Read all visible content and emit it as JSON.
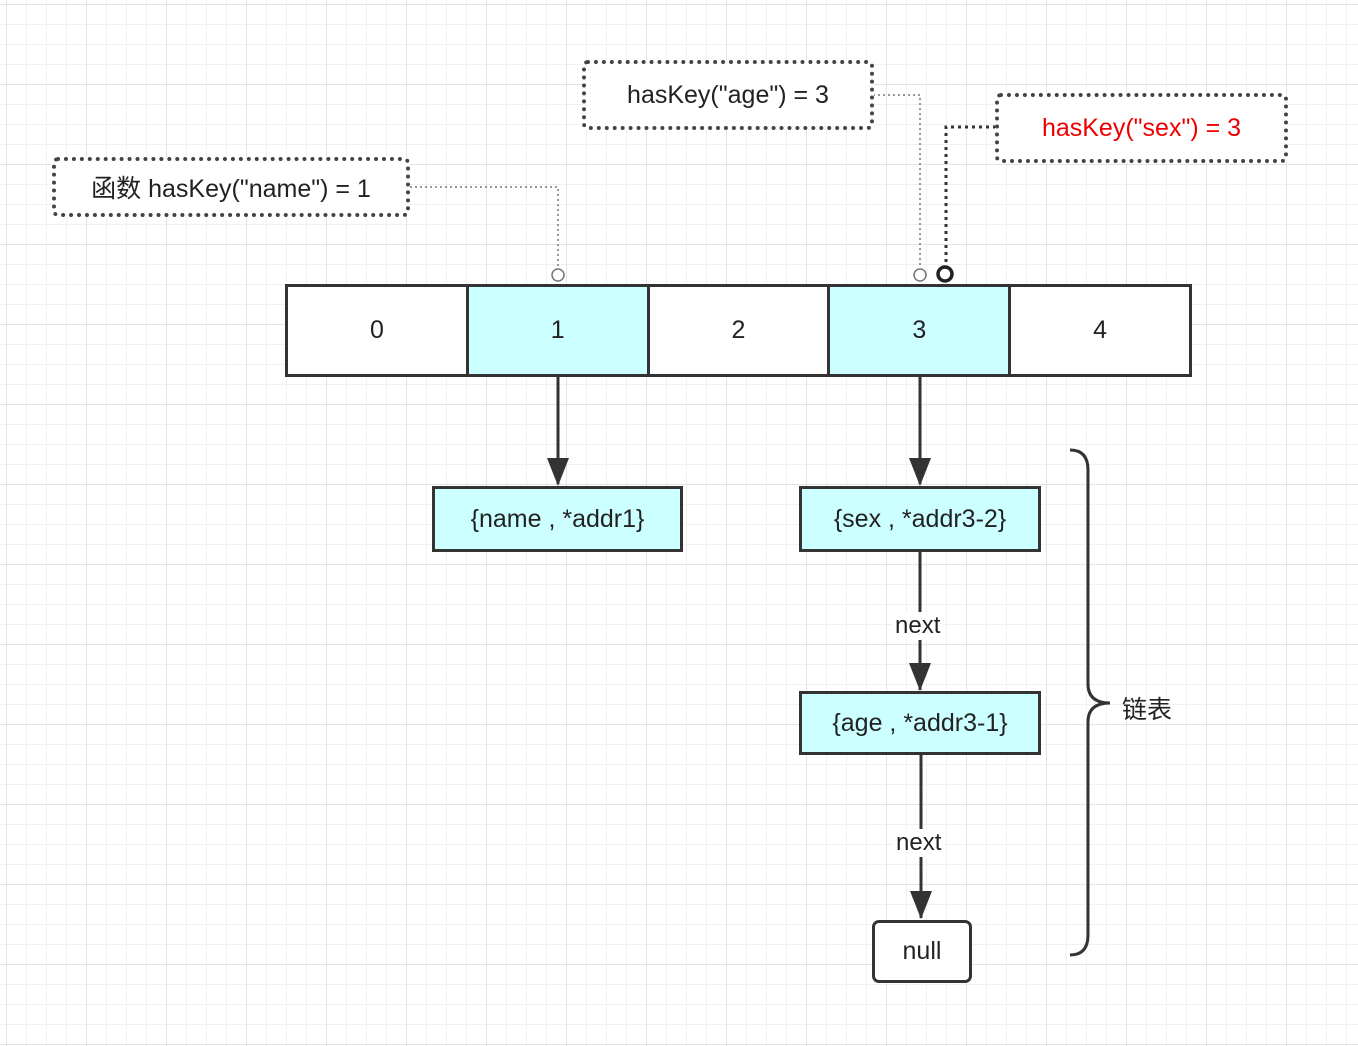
{
  "callouts": {
    "name": "函数 hasKey(\"name\") = 1",
    "age": "hasKey(\"age\") = 3",
    "sex": "hasKey(\"sex\") = 3"
  },
  "array": {
    "cells": [
      "0",
      "1",
      "2",
      "3",
      "4"
    ],
    "highlighted": [
      "1",
      "3"
    ]
  },
  "nodes": {
    "bucket1": "{name , *addr1}",
    "bucket3_first": "{sex , *addr3-2}",
    "bucket3_second": "{age , *addr3-1}",
    "terminal": "null"
  },
  "edges": {
    "next_1": "next",
    "next_2": "next"
  },
  "brace_label": "链表",
  "colors": {
    "highlight_fill": "#ccffff",
    "alert_text": "#ee0000",
    "stroke": "#333333"
  }
}
